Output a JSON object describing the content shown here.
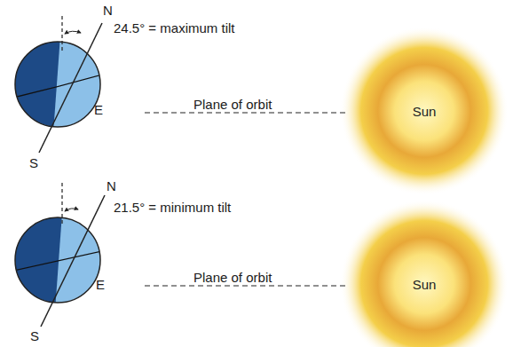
{
  "diagram": {
    "nodes": [
      {
        "text": [
          "Sun"
        ]
      },
      {
        "text": [
          "Sun"
        ]
      }
    ],
    "labels": [
      "N",
      "24.5° = maximum tilt",
      "Plane of orbit",
      "E",
      "S",
      "N",
      "21.5° = minimum tilt",
      "Plane of orbit",
      "E",
      "S"
    ]
  }
}
